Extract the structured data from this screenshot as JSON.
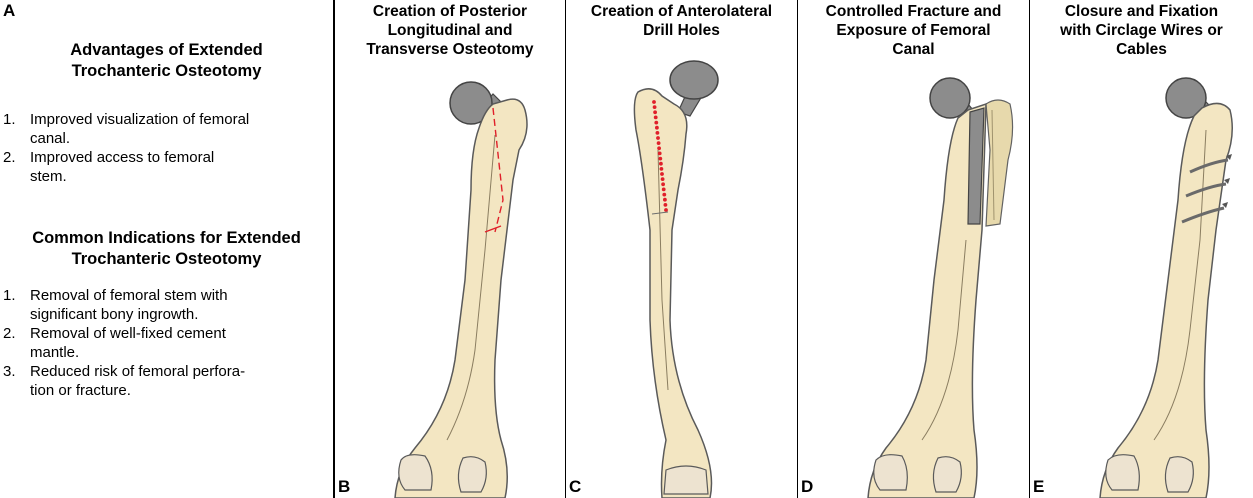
{
  "panel_a": {
    "letter": "A",
    "heading_advantages": [
      "Advantages of Extended",
      "Trochanteric Osteotomy"
    ],
    "advantages": [
      {
        "num": "1.",
        "lines": [
          "Improved visualization of femoral",
          "canal."
        ]
      },
      {
        "num": "2.",
        "lines": [
          "Improved access to femoral",
          "stem."
        ]
      }
    ],
    "heading_indications": [
      "Common Indications for Extended",
      "Trochanteric Osteotomy"
    ],
    "indications": [
      {
        "num": "1.",
        "lines": [
          "Removal of femoral stem with",
          "significant bony ingrowth."
        ]
      },
      {
        "num": "2.",
        "lines": [
          "Removal of well-fixed cement",
          "mantle."
        ]
      },
      {
        "num": "3.",
        "lines": [
          "Reduced risk of femoral perfora-",
          "tion or fracture."
        ]
      }
    ]
  },
  "panel_b": {
    "letter": "B",
    "title": [
      "Creation of Posterior",
      "Longitudinal and",
      "Transverse Osteotomy"
    ]
  },
  "panel_c": {
    "letter": "C",
    "title": [
      "Creation of Anterolateral",
      "Drill Holes"
    ]
  },
  "panel_d": {
    "letter": "D",
    "title": [
      "Controlled Fracture and",
      "Exposure of Femoral",
      "Canal"
    ]
  },
  "panel_e": {
    "letter": "E",
    "title": [
      "Closure and Fixation",
      "with Circlage Wires or",
      "Cables"
    ]
  },
  "colors": {
    "bone": "#f3e6c2",
    "bone_outline": "#5a5a5a",
    "prosthesis": "#8c8c8c",
    "osteotomy_line": "#e0202a",
    "drill_hole": "#e0202a"
  }
}
